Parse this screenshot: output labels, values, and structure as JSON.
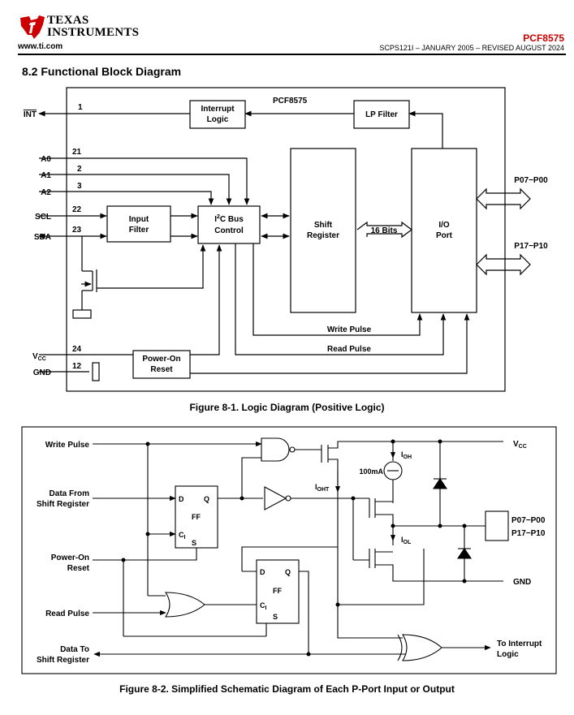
{
  "header": {
    "company_line1": "TEXAS",
    "company_line2": "INSTRUMENTS",
    "url": "www.ti.com",
    "part_number": "PCF8575",
    "doc_revision": "SCPS121I – JANUARY 2005 – REVISED AUGUST 2024"
  },
  "section_title": "8.2 Functional Block Diagram",
  "figure1": {
    "caption": "Figure 8-1. Logic Diagram (Positive Logic)",
    "device_name": "PCF8575",
    "pins": {
      "int": "INT",
      "int_num": "1",
      "a0": "A0",
      "a0_num": "21",
      "a1": "A1",
      "a1_num": "2",
      "a2": "A2",
      "a2_num": "3",
      "scl": "SCL",
      "scl_num": "22",
      "sda": "SDA",
      "sda_num": "23",
      "vcc": "V",
      "vcc_sub": "CC",
      "vcc_num": "24",
      "gnd": "GND",
      "gnd_num": "12"
    },
    "blocks": {
      "interrupt_logic_1": "Interrupt",
      "interrupt_logic_2": "Logic",
      "lp_filter": "LP Filter",
      "input_filter_1": "Input",
      "input_filter_2": "Filter",
      "i2c_1_pre": "I",
      "i2c_1_sup": "2",
      "i2c_1_post": "C Bus",
      "i2c_2": "Control",
      "shift_register_1": "Shift",
      "shift_register_2": "Register",
      "bits": "16 Bits",
      "io_port_1": "I/O",
      "io_port_2": "Port",
      "power_on_reset_1": "Power-On",
      "power_on_reset_2": "Reset"
    },
    "signals": {
      "write_pulse": "Write Pulse",
      "read_pulse": "Read Pulse",
      "p07_p00": "P07−P00",
      "p17_p10": "P17−P10"
    }
  },
  "figure2": {
    "caption": "Figure 8-2. Simplified Schematic Diagram of Each P-Port Input or Output",
    "inputs": {
      "write_pulse": "Write Pulse",
      "data_from_1": "Data From",
      "data_from_2": "Shift Register",
      "power_on_1": "Power-On",
      "power_on_2": "Reset",
      "read_pulse": "Read Pulse",
      "data_to_1": "Data To",
      "data_to_2": "Shift Register"
    },
    "ff_labels": {
      "d": "D",
      "q": "Q",
      "ff": "FF",
      "ci": "C",
      "ci_sub": "I",
      "s": "S"
    },
    "components": {
      "ioh": "I",
      "ioh_sub": "OH",
      "iol": "I",
      "iol_sub": "OL",
      "ioht": "I",
      "ioht_sub": "OHT",
      "current": "100mA"
    },
    "outputs": {
      "vcc": "V",
      "vcc_sub": "CC",
      "gnd": "GND",
      "port_1": "P07−P00",
      "port_2": "P17−P10",
      "interrupt_1": "To Interrupt",
      "interrupt_2": "Logic"
    }
  }
}
